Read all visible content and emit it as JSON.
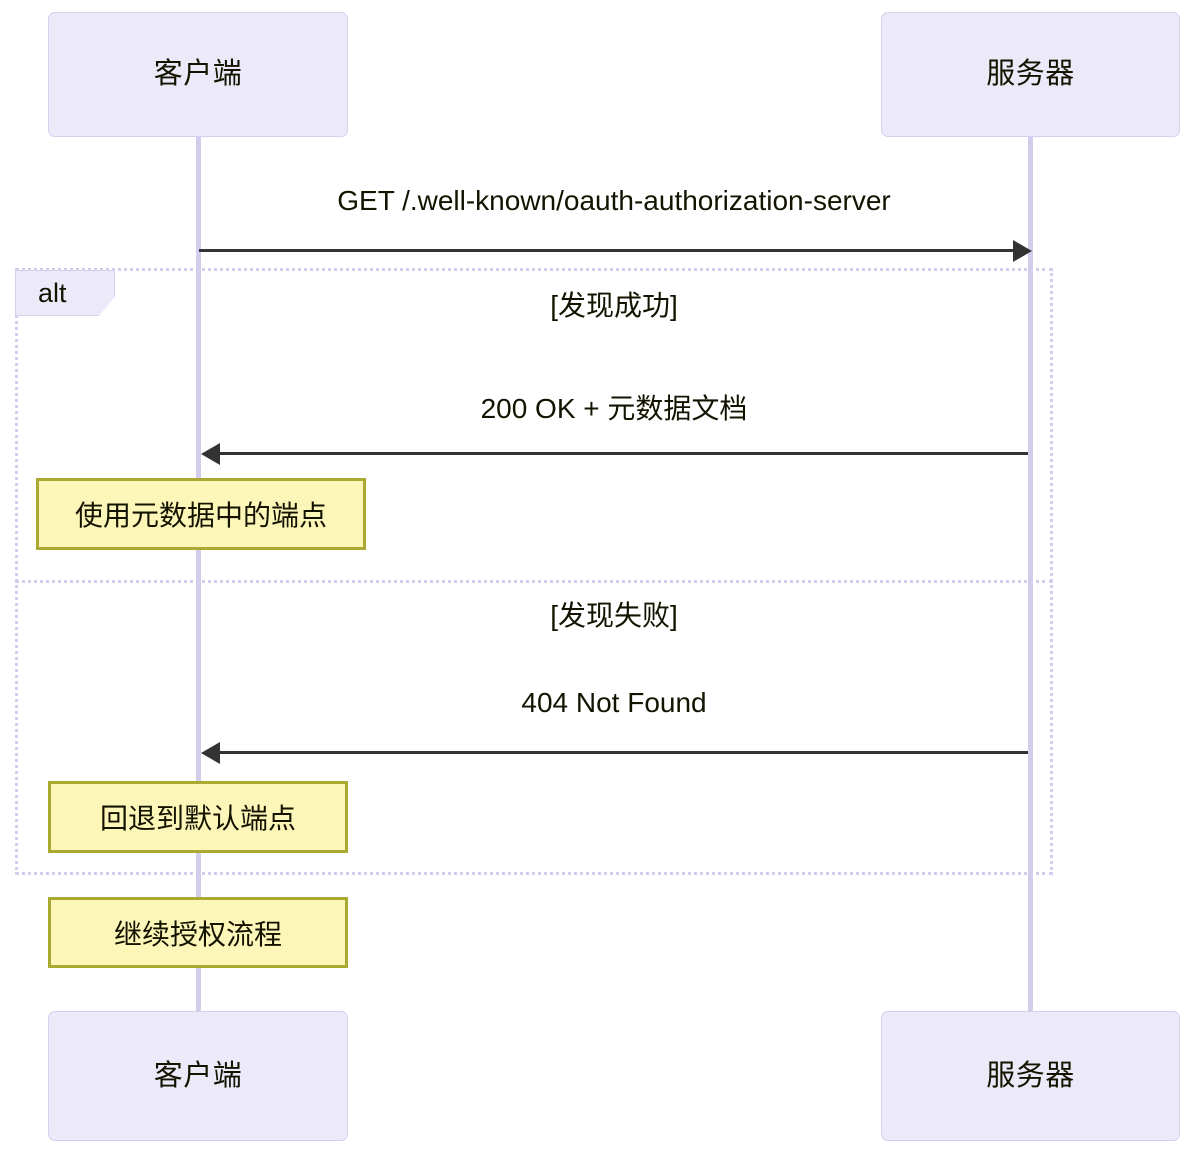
{
  "diagram": {
    "type": "sequence-diagram",
    "participants": [
      {
        "id": "client",
        "label": "客户端"
      },
      {
        "id": "server",
        "label": "服务器"
      }
    ],
    "messages": [
      {
        "id": "m1",
        "label": "GET /.well-known/oauth-authorization-server",
        "from": "client",
        "to": "server",
        "direction": "right"
      },
      {
        "id": "m2",
        "label": "200 OK + 元数据文档",
        "from": "server",
        "to": "client",
        "direction": "left"
      },
      {
        "id": "m3",
        "label": "404 Not Found",
        "from": "server",
        "to": "client",
        "direction": "left"
      }
    ],
    "fragment": {
      "tag": "alt",
      "conditions": [
        {
          "id": "c1",
          "label": "[发现成功]"
        },
        {
          "id": "c2",
          "label": "[发现失败]"
        }
      ]
    },
    "notes": [
      {
        "id": "n1",
        "label": "使用元数据中的端点"
      },
      {
        "id": "n2",
        "label": "回退到默认端点"
      },
      {
        "id": "n3",
        "label": "继续授权流程"
      }
    ],
    "colors": {
      "actor_fill": "#ECEAF8",
      "actor_stroke": "#D5D0EF",
      "lifeline": "#D3CCEC",
      "note_fill": "#FCF6B9",
      "note_stroke": "#AAAA33",
      "arrow": "#333333",
      "text": "#131300",
      "background": "#FFFFFF"
    }
  }
}
